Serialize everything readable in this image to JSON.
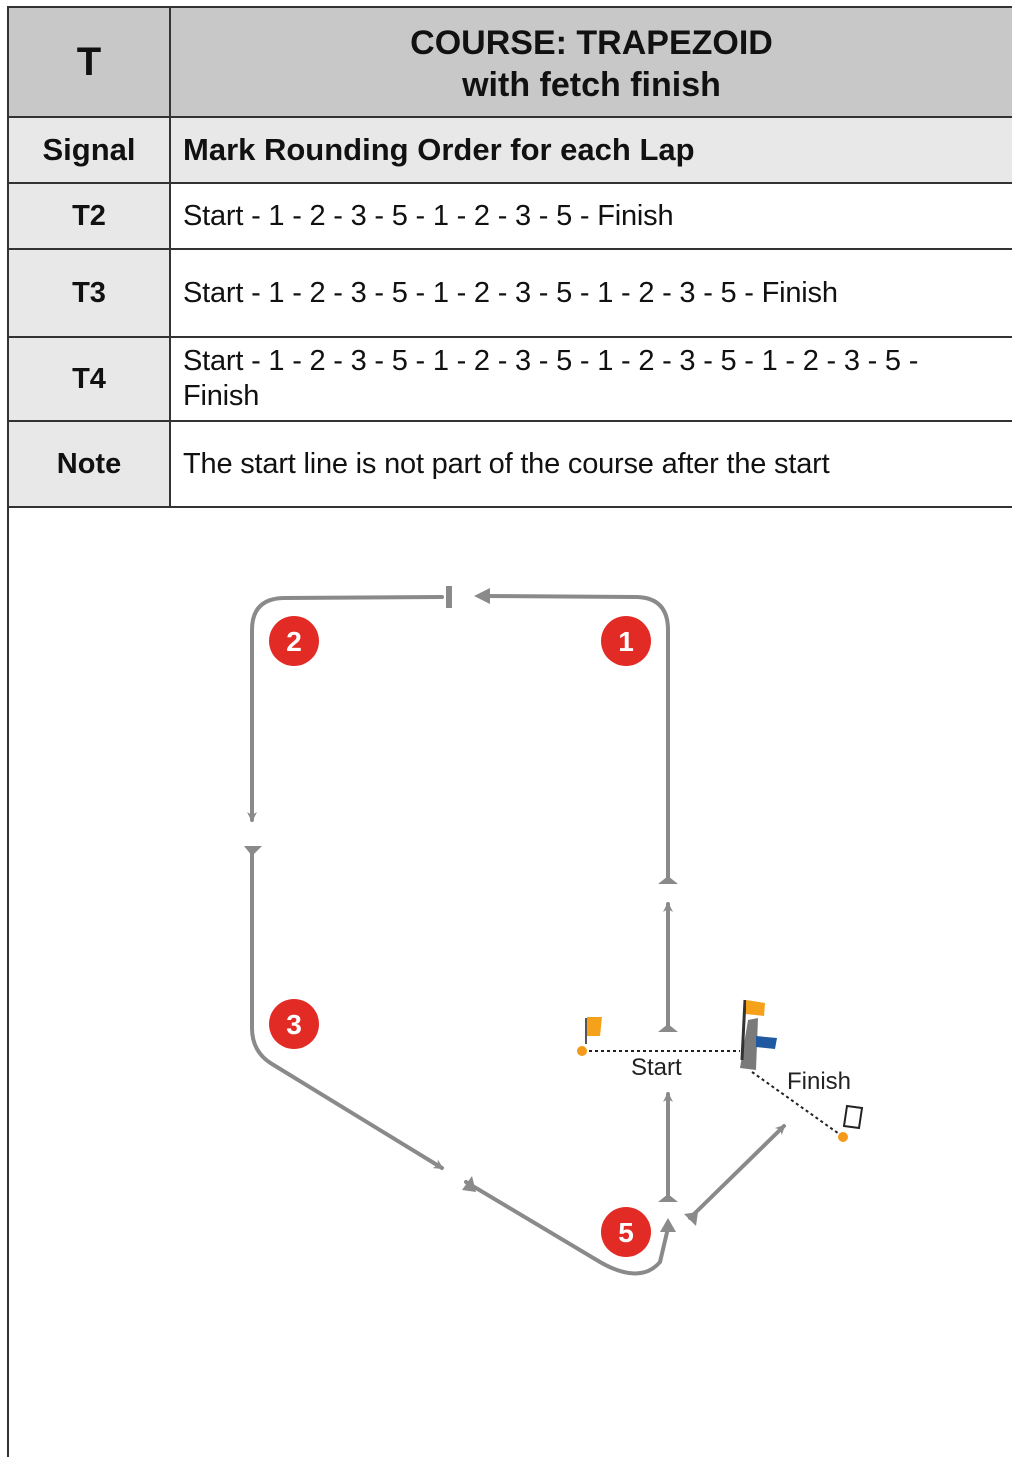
{
  "header": {
    "code": "T",
    "title_line1": "COURSE: TRAPEZOID",
    "title_line2": "with fetch finish"
  },
  "subheader": {
    "signal_label": "Signal",
    "order_label": "Mark Rounding Order for each Lap"
  },
  "rows": [
    {
      "signal": "T2",
      "sequence": "Start - 1 - 2 - 3 - 5 - 1 - 2 - 3 - 5 - Finish"
    },
    {
      "signal": "T3",
      "sequence": "Start - 1 - 2 - 3 - 5 - 1 - 2 - 3 - 5 - 1 - 2 - 3 - 5 - Finish"
    },
    {
      "signal": "T4",
      "sequence": "Start - 1 - 2 - 3 - 5 - 1 - 2 - 3 - 5 - 1 - 2 - 3 - 5 - 1 - 2 - 3 - 5 - Finish"
    }
  ],
  "note": {
    "label": "Note",
    "text": "The start line is not part of the course after the start"
  },
  "diagram": {
    "marks": [
      "1",
      "2",
      "3",
      "5"
    ],
    "start_label": "Start",
    "finish_label": "Finish",
    "colors": {
      "mark_fill": "#e32b26",
      "path_stroke": "#8a8a8a",
      "flag_orange": "#f5a11a",
      "flag_blue": "#1f5aa0",
      "pin_orange": "#f39a1a"
    }
  }
}
